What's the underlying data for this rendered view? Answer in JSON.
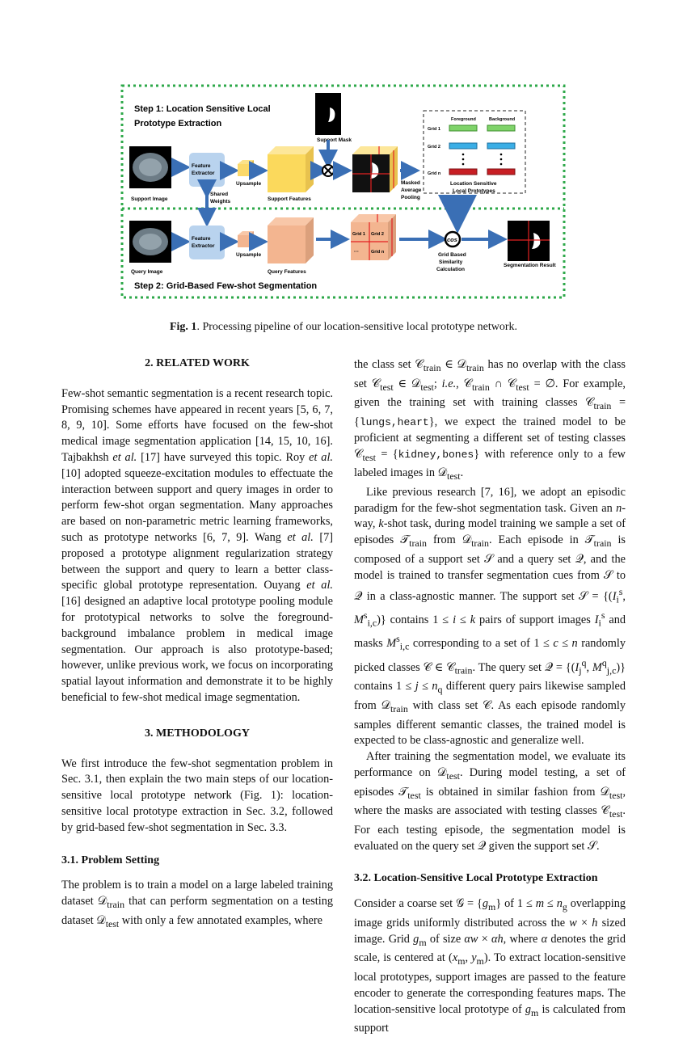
{
  "figure": {
    "step1_title_line1": "Step 1: Location Sensitive Local",
    "step1_title_line2": "Prototype Extraction",
    "step2_title": "Step 2: Grid-Based Few-shot Segmentation",
    "support_mask": "Support Mask",
    "support_image": "Support Image",
    "query_image": "Query Image",
    "feature_extractor_l1": "Feature",
    "feature_extractor_l2": "Extractor",
    "shared_l1": "Shared",
    "shared_l2": "Weights",
    "upsample": "Upsample",
    "support_features": "Support Features",
    "query_features": "Query Features",
    "masked_l1": "Masked",
    "masked_l2": "Average",
    "masked_l3": "Pooling",
    "foreground": "Foreground",
    "background": "Background",
    "grid1": "Grid 1",
    "grid2": "Grid 2",
    "gridn": "Grid n",
    "lsp_l1": "Location Sensitive",
    "lsp_l2": "Local Prototypes",
    "cos": "cos",
    "gbs_l1": "Grid Based",
    "gbs_l2": "Similarity",
    "gbs_l3": "Calculation",
    "seg_result": "Segmentation Result",
    "cube_dots": "···"
  },
  "caption": {
    "label": "Fig. 1",
    "text": ". Processing pipeline of our location-sensitive local prototype network."
  },
  "sections": {
    "related_title": "2.  RELATED WORK",
    "methodology_title": "3.  METHODOLOGY",
    "problem_title": "3.1.  Problem Setting",
    "extraction_title": "3.2.  Location-Sensitive Local Prototype Extraction"
  }
}
